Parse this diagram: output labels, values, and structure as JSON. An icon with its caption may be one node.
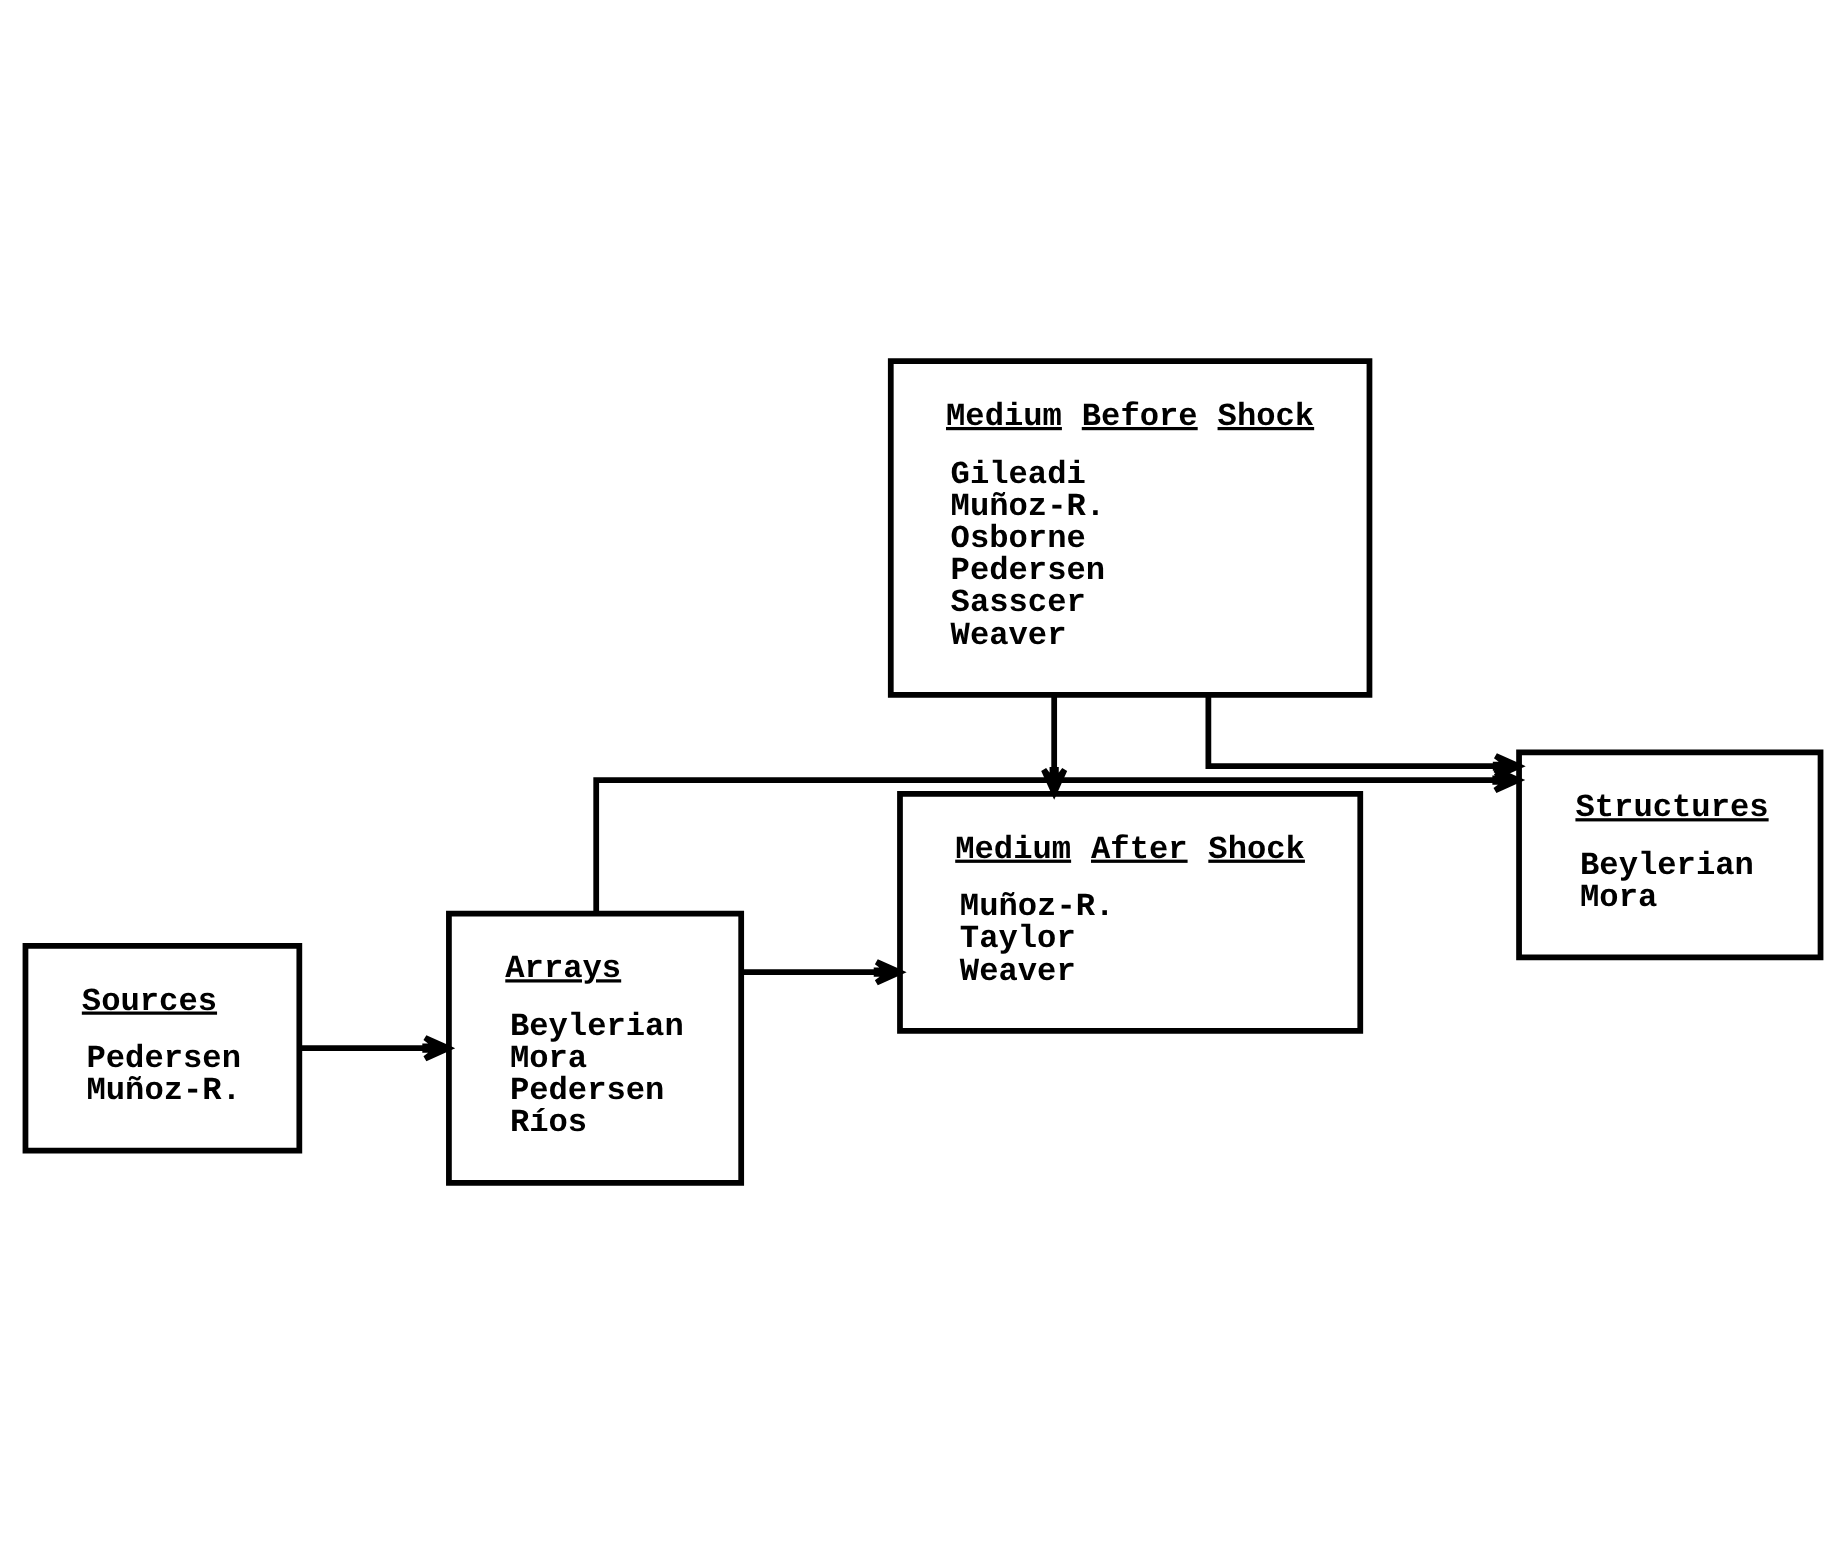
{
  "diagram": {
    "nodes": [
      {
        "text": [
          "Medium Before Shock",
          "Gileadi Muñoz-R. Osborne Pedersen Sasscer Weaver"
        ]
      },
      {
        "text": [
          "Sources",
          "Pedersen Muñoz-R."
        ]
      },
      {
        "text": [
          "Arrays",
          "Beylerian Mora Pedersen Ríos"
        ]
      },
      {
        "text": [
          "Structures",
          "Beylerian Mora"
        ]
      },
      {
        "text": [
          "Medium After Shock",
          "Muñoz-R. Taylor Weaver"
        ]
      }
    ],
    "edges": [
      {
        "from": 1,
        "to": 2,
        "arrow": "to"
      },
      {
        "from": 2,
        "to": 3,
        "arrow": "to"
      },
      {
        "from": 2,
        "to": 4,
        "arrow": "to"
      },
      {
        "from": 0,
        "to": 3,
        "arrow": "to"
      },
      {
        "from": 0,
        "to": 4,
        "arrow": "to"
      }
    ]
  }
}
